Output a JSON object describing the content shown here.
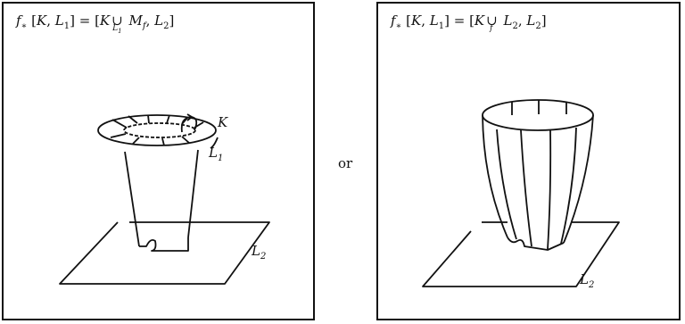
{
  "left_panel": {
    "formula_parts": {
      "f": "f",
      "star": "∗",
      "lhs_open": "[",
      "K": "K",
      "comma1": ", ",
      "L": "L",
      "one": "1",
      "close_eq": "] = [",
      "K2": "K",
      "cup": "∪",
      "cup_sub": "L",
      "cup_sub_index": "1",
      "M": "M",
      "M_sub": "f",
      "comma2": ", ",
      "L2": "L",
      "two": "2",
      "end": "]"
    },
    "labels": {
      "K": "K",
      "L1_letter": "L",
      "L1_index": "1",
      "L2_letter": "L",
      "L2_index": "2"
    }
  },
  "connector": {
    "or": "or"
  },
  "right_panel": {
    "formula_parts": {
      "f": "f",
      "star": "∗",
      "lhs_open": "[",
      "K": "K",
      "comma1": ", ",
      "L": "L",
      "one": "1",
      "close_eq": "] = [",
      "K2": "K",
      "cup": "∪",
      "cup_sub": "f",
      "L2a": "L",
      "two_a": "2",
      "comma2": ", ",
      "L2b": "L",
      "two_b": "2",
      "end": "]"
    },
    "labels": {
      "L2_letter": "L",
      "L2_index": "2"
    }
  }
}
